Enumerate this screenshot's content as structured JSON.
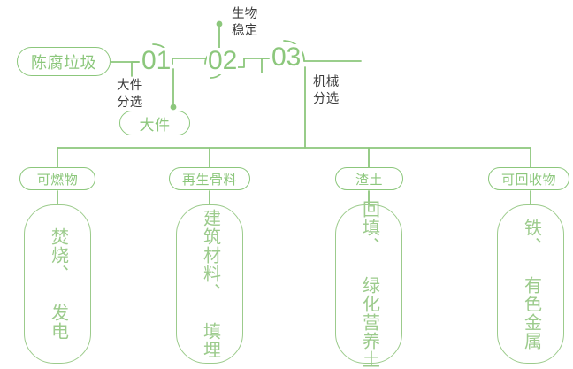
{
  "theme": {
    "line_color": "#8cc77c",
    "box_color": "#9ccb8c",
    "text_green": "#8cc77c",
    "annotation_color": "#3c3c3c",
    "background": "#ffffff"
  },
  "diagram": {
    "type": "process-flow",
    "title": "",
    "source_node": {
      "label": "陈腐垃圾"
    },
    "stages": [
      {
        "number": "01",
        "process_label": "大件\n分选",
        "process_label_plain": "大件分选"
      },
      {
        "number": "02",
        "process_label": "生物\n稳定",
        "process_label_plain": "生物稳定"
      },
      {
        "number": "03",
        "process_label": "机械\n分选",
        "process_label_plain": "机械分选"
      }
    ],
    "side_output": {
      "label": "大件",
      "from_stage": "01"
    },
    "top_output": {
      "label": "生物\n稳定",
      "from_stage": "02"
    },
    "categories": [
      {
        "label": "可燃物",
        "outcome_lines": "焚烧、\n发电",
        "outcome_vertical": "焚烧、 发电"
      },
      {
        "label": "再生骨料",
        "outcome_lines": "建筑材料、\n填埋",
        "outcome_vertical": "建筑材料、 填埋"
      },
      {
        "label": "渣土",
        "outcome_lines": "回填、\n绿化营养土",
        "outcome_vertical": "回填、 绿化营养土"
      },
      {
        "label": "可回收物",
        "outcome_lines": "铁、\n有色金属",
        "outcome_vertical": "铁、 有色金属"
      }
    ]
  }
}
